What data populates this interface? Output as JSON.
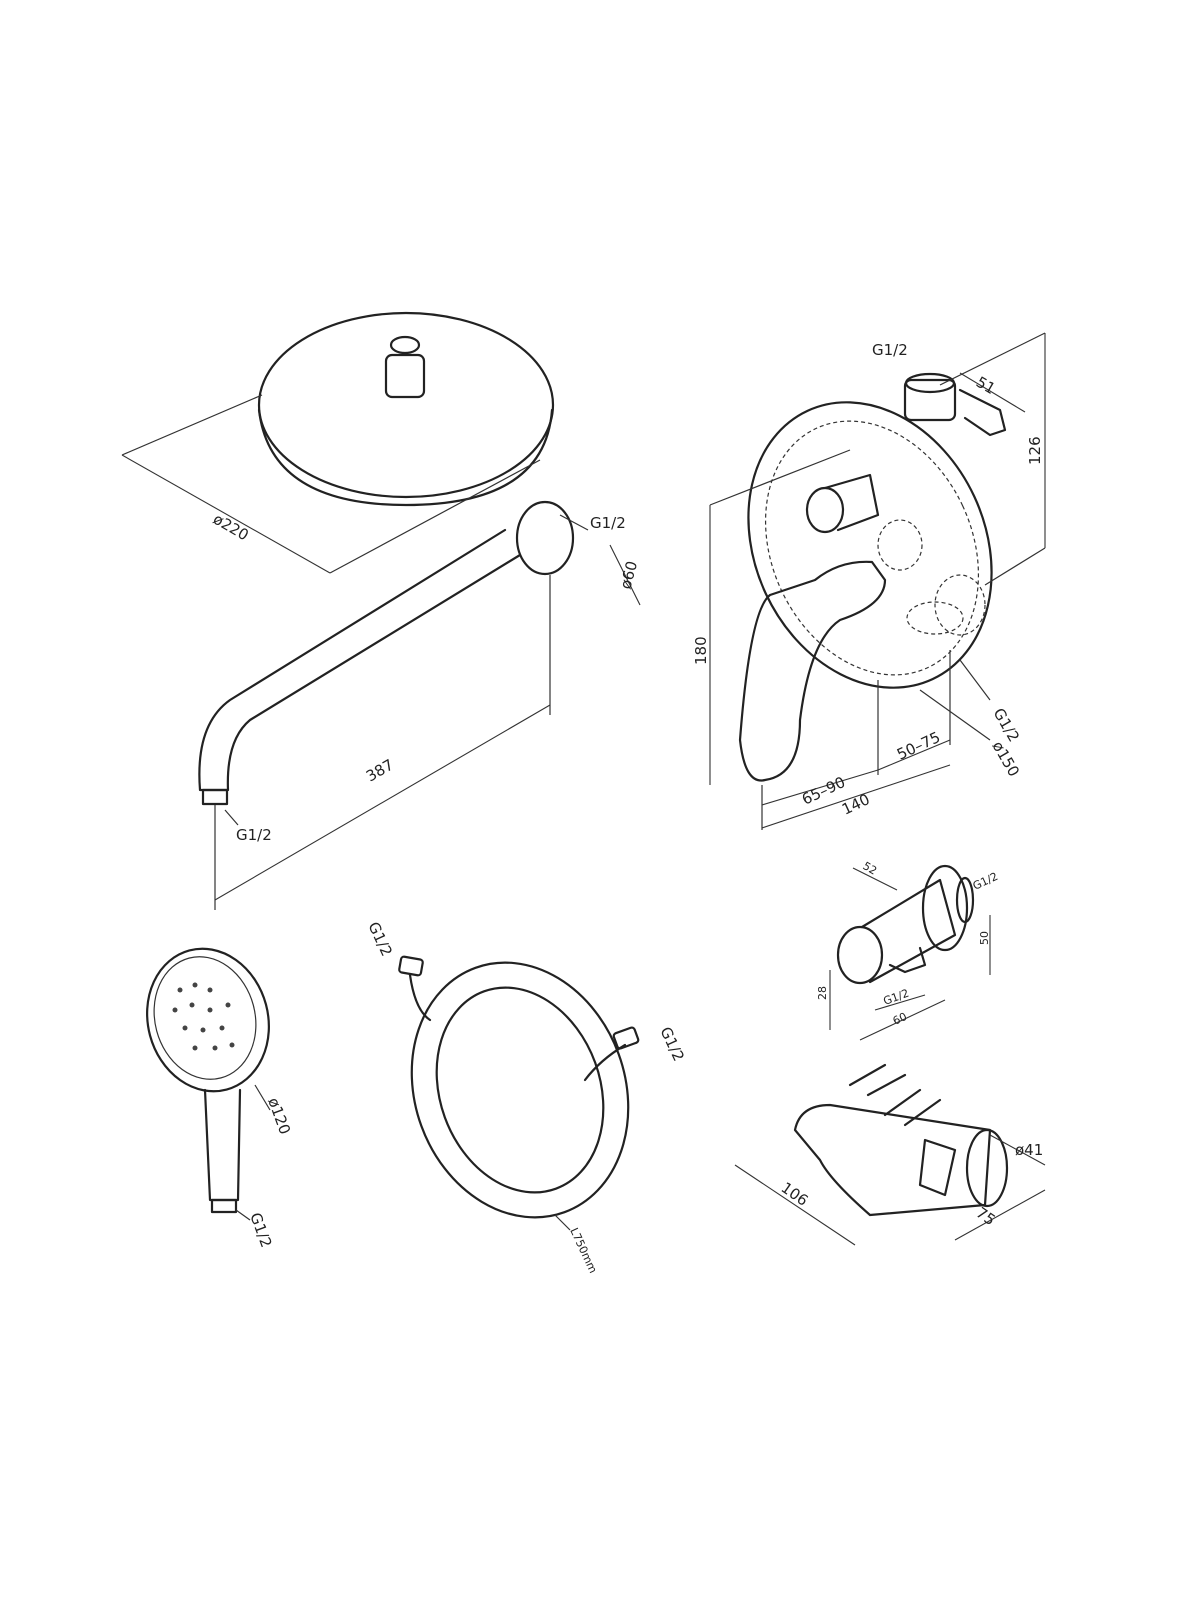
{
  "shower_head": {
    "diameter": "ø220"
  },
  "shower_arm": {
    "wall_thread": "G1/2",
    "flange_diameter": "ø60",
    "length": "387",
    "outlet_thread": "G1/2"
  },
  "mixer": {
    "inlet_thread": "G1/2",
    "bracket_width": "51",
    "height_offset": "126",
    "total_height": "180",
    "outlet_thread": "G1/2",
    "plate_diameter": "ø150",
    "depth_range_1": "50–75",
    "depth_range_2": "65–90",
    "depth_total": "140"
  },
  "wall_connector": {
    "width": "52",
    "thread_top": "G1/2",
    "height": "50",
    "offset": "28",
    "thread_bottom": "G1/2",
    "depth": "60"
  },
  "hand_shower": {
    "diameter": "ø120",
    "thread": "G1/2"
  },
  "hose": {
    "thread_1": "G1/2",
    "thread_2": "G1/2",
    "length": "L750mm"
  },
  "holder": {
    "diameter": "ø41",
    "length": "106",
    "width": "75"
  }
}
